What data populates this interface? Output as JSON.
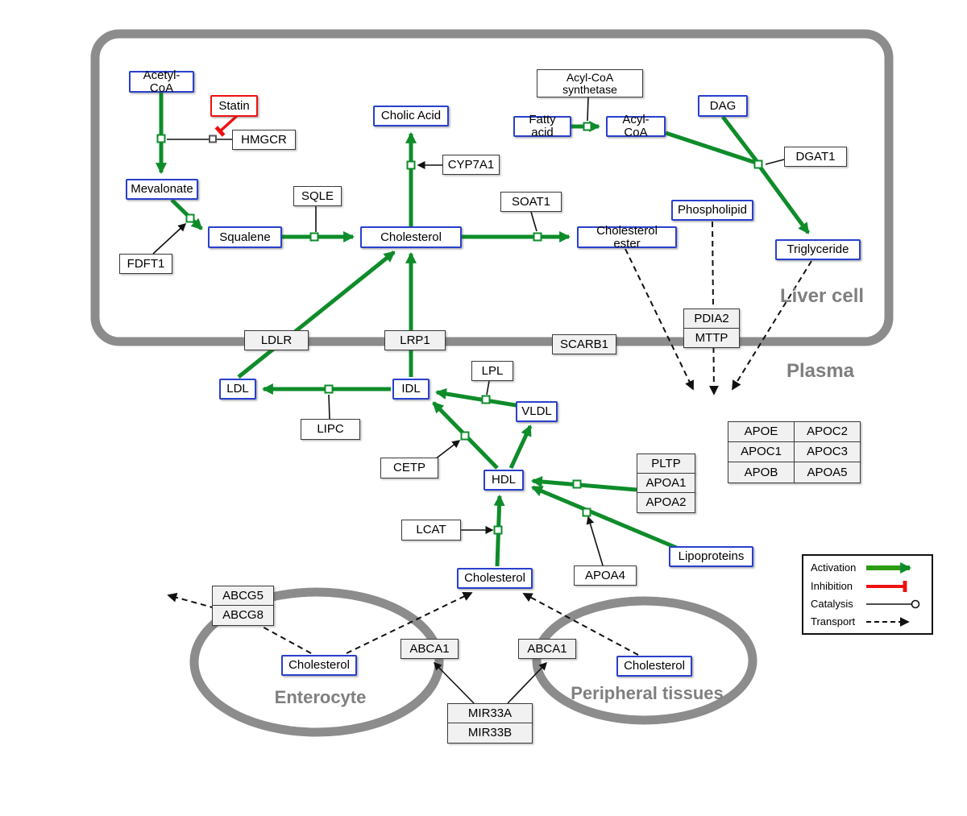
{
  "regions": {
    "liver": "Liver cell",
    "plasma": "Plasma",
    "enterocyte": "Enterocyte",
    "peripheral": "Peripheral tissues"
  },
  "nodes": {
    "acetyl_coa": "Acetyl-CoA",
    "statin": "Statin",
    "hmgcr": "HMGCR",
    "mevalonate": "Mevalonate",
    "fdft1": "FDFT1",
    "squalene": "Squalene",
    "sqle": "SQLE",
    "cholesterol_liver": "Cholesterol",
    "cholic_acid": "Cholic Acid",
    "cyp7a1": "CYP7A1",
    "soat1": "SOAT1",
    "cholesterol_ester": "Cholesterol ester",
    "acyl_coa_synthetase": "Acyl-CoA synthetase",
    "fatty_acid": "Fatty acid",
    "acyl_coa": "Acyl-CoA",
    "dag": "DAG",
    "dgat1": "DGAT1",
    "phospholipid": "Phospholipid",
    "triglyceride": "Triglyceride",
    "ldlr": "LDLR",
    "lrp1": "LRP1",
    "scarb1": "SCARB1",
    "pdia2": "PDIA2",
    "mttp": "MTTP",
    "ldl": "LDL",
    "idl": "IDL",
    "lipc": "LIPC",
    "lpl": "LPL",
    "vldl": "VLDL",
    "cetp": "CETP",
    "hdl": "HDL",
    "pltp": "PLTP",
    "apoa1": "APOA1",
    "apoa2": "APOA2",
    "lcat": "LCAT",
    "apoa4": "APOA4",
    "lipoproteins": "Lipoproteins",
    "cholesterol_plasma": "Cholesterol",
    "abcg5": "ABCG5",
    "abcg8": "ABCG8",
    "cholesterol_enterocyte": "Cholesterol",
    "abca1_left": "ABCA1",
    "abca1_right": "ABCA1",
    "cholesterol_peripheral": "Cholesterol",
    "mir33a": "MIR33A",
    "mir33b": "MIR33B"
  },
  "apo_table": {
    "rows": [
      [
        "APOE",
        "APOC2"
      ],
      [
        "APOC1",
        "APOC3"
      ],
      [
        "APOB",
        "APOA5"
      ]
    ]
  },
  "legend": {
    "activation": "Activation",
    "inhibition": "Inhibition",
    "catalysis": "Catalysis",
    "transport": "Transport"
  },
  "colors": {
    "activation_green": "#0e8c2a",
    "inhibition_red": "#ee1111",
    "membrane_gray": "#8c8c8c",
    "entity_border_blue": "#2940cc"
  }
}
